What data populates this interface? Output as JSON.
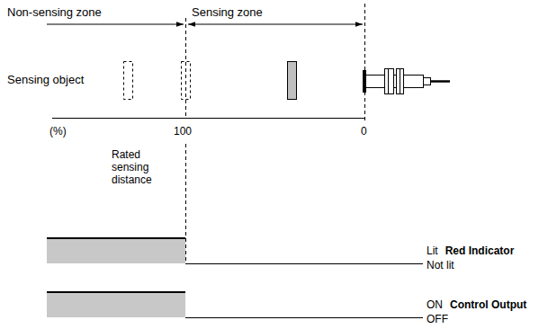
{
  "diagram": {
    "labels": [
      "Non-sensing zone",
      "Sensing zone",
      "Sensing object",
      "(%)",
      "100",
      "0",
      "Rated sensing distance",
      "Lit",
      "Not lit",
      "Red Indicator",
      "ON",
      "OFF",
      "Control Output"
    ]
  }
}
